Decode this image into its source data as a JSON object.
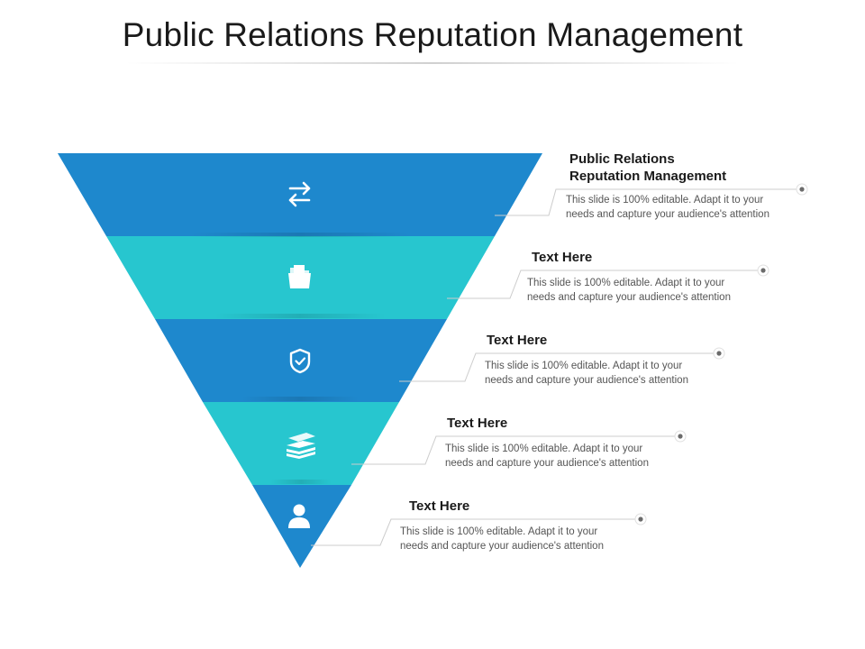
{
  "title": "Public Relations Reputation Management",
  "colors": {
    "dark_blue": "#1E88CD",
    "teal": "#27C6CF",
    "connector": "#cccccc",
    "dot": "#6b6b6b"
  },
  "levels": [
    {
      "icon": "exchange-arrows-icon",
      "color": "dark_blue",
      "heading_line1": "Public Relations",
      "heading_line2": "Reputation Management",
      "body_line1": "This slide is 100% editable. Adapt it to your",
      "body_line2": "needs and capture your audience's attention"
    },
    {
      "icon": "folder-icon",
      "color": "teal",
      "heading_line1": "Text Here",
      "heading_line2": "",
      "body_line1": "This slide is 100% editable. Adapt it to your",
      "body_line2": "needs and capture your audience's attention"
    },
    {
      "icon": "shield-check-icon",
      "color": "dark_blue",
      "heading_line1": "Text Here",
      "heading_line2": "",
      "body_line1": "This slide is 100% editable. Adapt it to your",
      "body_line2": "needs and capture your audience's attention"
    },
    {
      "icon": "money-stack-icon",
      "color": "teal",
      "heading_line1": "Text Here",
      "heading_line2": "",
      "body_line1": "This slide is 100% editable. Adapt it to your",
      "body_line2": "needs and capture your audience's attention"
    },
    {
      "icon": "user-icon",
      "color": "dark_blue",
      "heading_line1": "Text Here",
      "heading_line2": "",
      "body_line1": "This slide is 100% editable. Adapt it to your",
      "body_line2": "needs and capture your audience's attention"
    }
  ]
}
